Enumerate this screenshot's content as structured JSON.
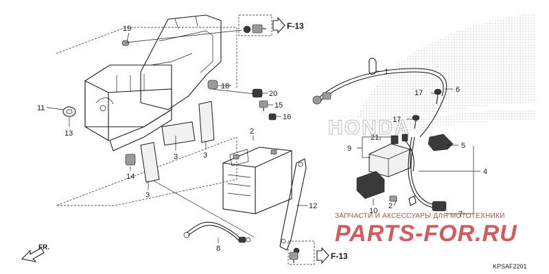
{
  "callouts": {
    "c1": "1",
    "c2": "2",
    "c3a": "3",
    "c3b": "3",
    "c3c": "3",
    "c4": "4",
    "c5": "5",
    "c6": "6",
    "c7": "7",
    "c8": "8",
    "c9": "9",
    "c10": "10",
    "c11": "11",
    "c12": "12",
    "c13": "13",
    "c14": "14",
    "c15": "15",
    "c16": "16",
    "c17a": "17",
    "c17b": "17",
    "c18": "18",
    "c19": "19",
    "c20": "20",
    "c21": "21"
  },
  "references": {
    "top": "F-13",
    "bottom": "F-13"
  },
  "direction_label": "FR.",
  "diagram_code": "KPSAF2201",
  "background_brand": "HONDA",
  "watermark": {
    "caption": "ЗАПЧАСТИ И АКСЕССУАРЫ ДЛЯ МОТОТЕХНИКИ",
    "brand": "PARTS-FOR.RU"
  },
  "colors": {
    "line": "#1a1a1a",
    "watermark": "#d75a5a",
    "brand_gray": "#bdbdbd"
  }
}
